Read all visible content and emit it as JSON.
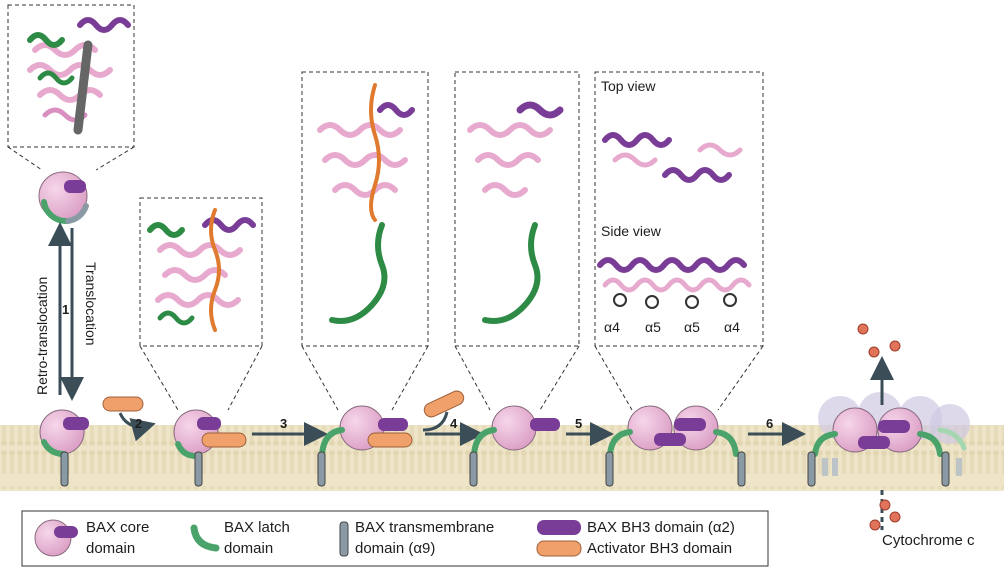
{
  "translocation": {
    "retro_label": "Retro-translocation",
    "forward_label": "Translocation",
    "step": "1"
  },
  "steps": [
    "2",
    "3",
    "4",
    "5",
    "6"
  ],
  "structure_views": {
    "top": "Top view",
    "side": "Side view",
    "helices": [
      "α4",
      "α5",
      "α5",
      "α4"
    ]
  },
  "cytochrome_label": "Cytochrome c",
  "legend": {
    "core_line1": "BAX core",
    "core_line2": "domain",
    "latch_line1": "BAX latch",
    "latch_line2": "domain",
    "tm_line1": "BAX transmembrane",
    "tm_line2": "domain (α9)",
    "bh3": "BAX BH3 domain (α2)",
    "activator": "Activator BH3 domain"
  },
  "colors": {
    "core_pink": "#e9b8d6",
    "bh3_purple": "#7a3d97",
    "latch_green": "#4aa36a",
    "tm_gray": "#8a9aa4",
    "activator_orange": "#f0a06a",
    "membrane": "#eee5c9",
    "arrow": "#3b4e58"
  }
}
